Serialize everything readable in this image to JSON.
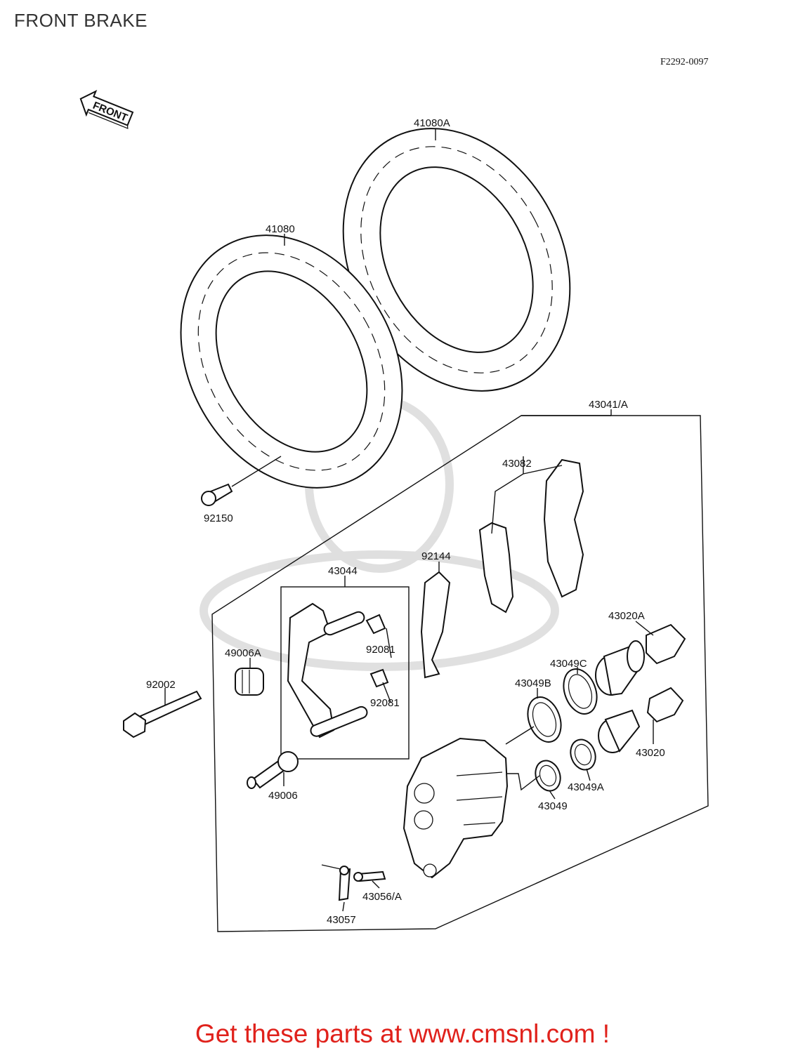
{
  "header": {
    "title": "FRONT BRAKE",
    "figure_code": "F2292-0097"
  },
  "front_arrow": {
    "text": "FRONT"
  },
  "parts": [
    {
      "id": "41080A"
    },
    {
      "id": "41080"
    },
    {
      "id": "43041/A"
    },
    {
      "id": "43082"
    },
    {
      "id": "92150"
    },
    {
      "id": "92144"
    },
    {
      "id": "43044"
    },
    {
      "id": "43020A"
    },
    {
      "id": "49006A"
    },
    {
      "id": "92081a",
      "label": "92081"
    },
    {
      "id": "43049C"
    },
    {
      "id": "92002"
    },
    {
      "id": "43049B"
    },
    {
      "id": "92081b",
      "label": "92081"
    },
    {
      "id": "43020"
    },
    {
      "id": "49006"
    },
    {
      "id": "43049A"
    },
    {
      "id": "43049"
    },
    {
      "id": "43056/A"
    },
    {
      "id": "43057"
    }
  ],
  "footer": {
    "cta": "Get these parts at www.cmsnl.com !",
    "accent_color": "#e0211b"
  }
}
